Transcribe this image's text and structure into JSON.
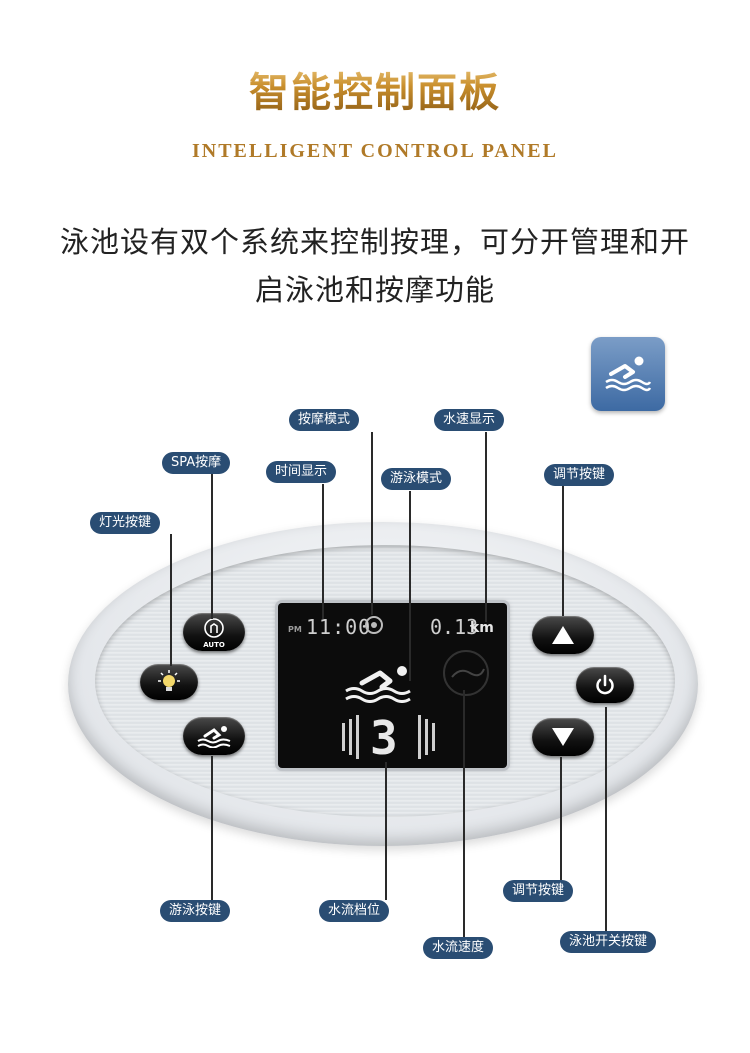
{
  "header": {
    "title_cn": "智能控制面板",
    "title_en": "INTELLIGENT CONTROL PANEL",
    "description": "泳池设有双个系统来控制按理，可分开管理和开启泳池和按摩功能"
  },
  "display": {
    "time_ampm": "PM",
    "time": "11:00",
    "speed": "0.13",
    "speed_unit": "km",
    "level": "3"
  },
  "buttons": {
    "auto_label": "AUTO"
  },
  "labels": {
    "massage_mode": "按摩模式",
    "water_speed_display": "水速显示",
    "spa": "SPA按摩",
    "time_display": "时间显示",
    "swim_mode": "游泳模式",
    "adjust_up": "调节按键",
    "light": "灯光按键",
    "swim_button": "游泳按键",
    "flow_level": "水流档位",
    "adjust_down": "调节按键",
    "flow_speed": "水流速度",
    "power": "泳池开关按键"
  },
  "colors": {
    "label_bg": "#2a4d73",
    "title_gold": "#b07a28",
    "badge_blue": "#4a74aa"
  },
  "icons": [
    "swim-icon",
    "spa-hand-icon",
    "light-bulb-icon",
    "swimmer-wave-icon",
    "up-arrow-icon",
    "down-arrow-icon",
    "power-icon"
  ]
}
